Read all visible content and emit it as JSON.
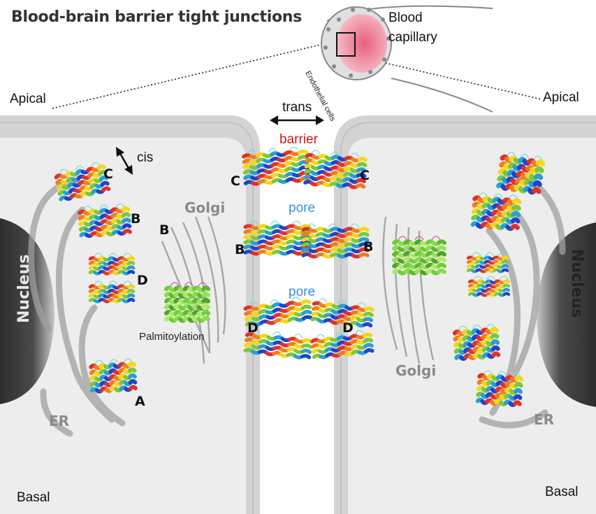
{
  "title": "Blood-brain barrier tight junctions",
  "inset": {
    "vessel_label_line1": "Blood",
    "vessel_label_line2": "capillary",
    "cells_label": "Endothelial cells"
  },
  "regions": {
    "apical": "Apical",
    "basal": "Basal"
  },
  "directions": {
    "trans": "trans",
    "cis": "cis"
  },
  "junction": {
    "barrier": "barrier",
    "pore_upper": "pore",
    "pore_lower": "pore"
  },
  "organelles": {
    "golgi": "Golgi",
    "er": "ER",
    "nucleus": "Nucleus"
  },
  "modification": "Palmitoylation",
  "assembly_labels": {
    "a": "A",
    "b": "B",
    "c": "C",
    "d": "D"
  },
  "colors": {
    "membrane": "#cfcfcf",
    "cytoplasm": "#ececec",
    "organelle_outline": "#9a9a9a",
    "nucleus_dark": "#3c3c3c",
    "barrier_text": "#d01818",
    "pore_text": "#3a8ee6",
    "lumen": "#f2a8b8",
    "helix_palette": [
      "#e0302a",
      "#f07c1c",
      "#f5d61a",
      "#7cc935",
      "#2a9fd0",
      "#2244cc",
      "#e04cc0"
    ]
  },
  "icons": [
    "double-arrow-icon",
    "protein-helix-icon",
    "zoom-box-icon"
  ]
}
